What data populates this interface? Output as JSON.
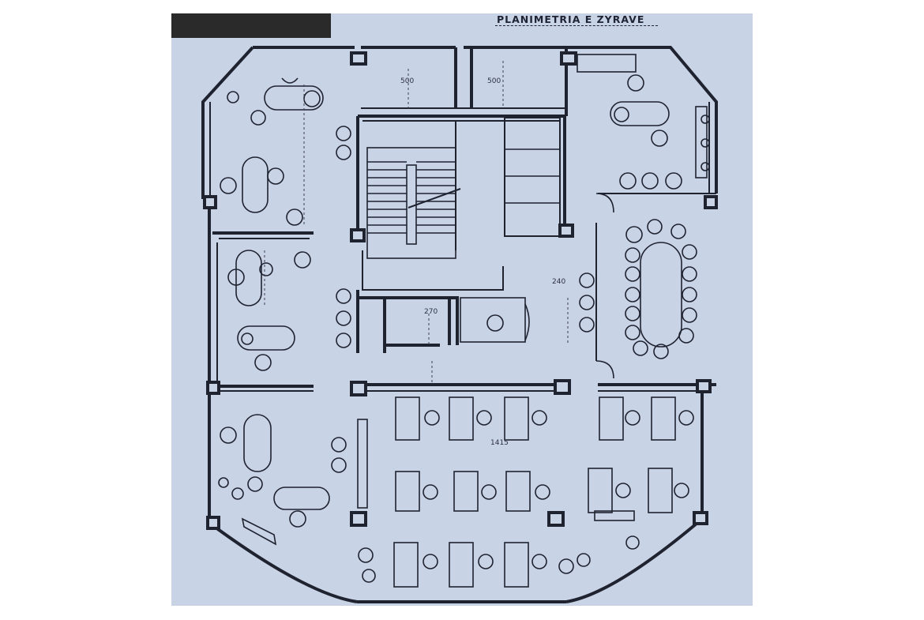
{
  "header": {
    "title": "PLANIMETRIA E ZYRAVE"
  },
  "dimensions": {
    "d1": "500",
    "d2": "500",
    "d3": "270",
    "d4": "1415",
    "d5": "240"
  },
  "colors": {
    "paper": "#c9d3e6",
    "ink": "#1f2330"
  }
}
